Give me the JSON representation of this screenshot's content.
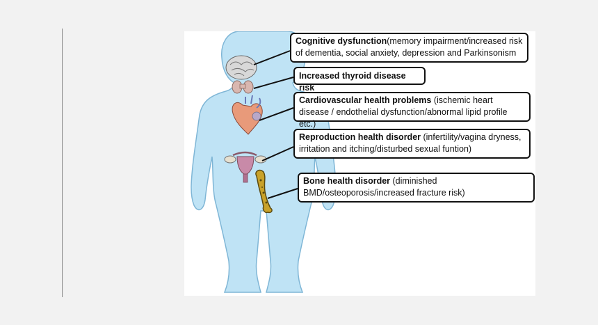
{
  "callouts": {
    "cognitive": {
      "title": "Cognitive dysfunction",
      "detail": "(memory impairment/increased risk of dementia, social anxiety, depression and Parkinsonism"
    },
    "thyroid": {
      "title": "Increased thyroid disease risk",
      "detail": ""
    },
    "cardio": {
      "title": "Cardiovascular health problems",
      "detail": " (ischemic heart disease  /  endothelial dysfunction/abnormal lipid profile etc.)"
    },
    "reproduction": {
      "title": "Reproduction health disorder",
      "detail": " (infertility/vagina dryness, irritation and itching/disturbed sexual funtion)"
    },
    "bone": {
      "title": "Bone health disorder",
      "detail": " (diminished BMD/osteoporosis/increased fracture risk)"
    }
  },
  "colors": {
    "body_fill": "#bfe3f5",
    "body_stroke": "#7fb6d6",
    "brain": "#d8d8d8",
    "thyroid": "#d9b7b0",
    "uterus": "#c88aa8",
    "bone": "#c9a22a",
    "heart": "#e89a7a"
  },
  "icons": [
    "brain-icon",
    "thyroid-icon",
    "heart-icon",
    "uterus-icon",
    "femur-bone-icon"
  ]
}
